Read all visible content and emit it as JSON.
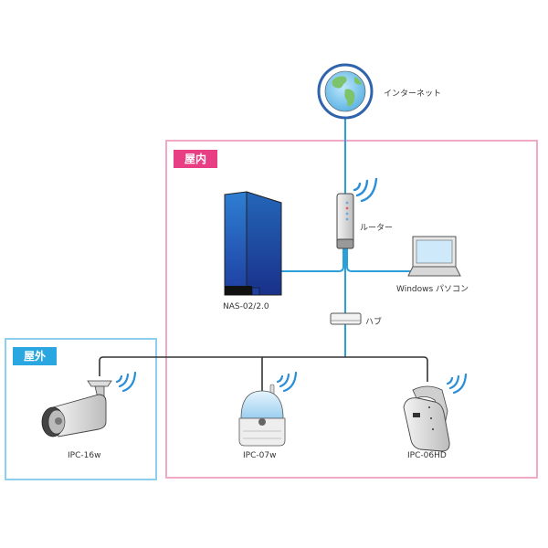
{
  "diagram": {
    "zones": {
      "indoor": {
        "label": "屋内",
        "color": "#e83e84",
        "border_color": "#f1a9c8"
      },
      "outdoor": {
        "label": "屋外",
        "color": "#2aa6e0",
        "border_color": "#8ccfee"
      }
    },
    "nodes": {
      "internet": {
        "label": "インターネット"
      },
      "router": {
        "label": "ルーター"
      },
      "nas": {
        "label": "NAS-02/2.0"
      },
      "pc": {
        "label": "Windows パソコン"
      },
      "hub": {
        "label": "ハブ"
      },
      "cam1": {
        "label": "IPC-16w"
      },
      "cam2": {
        "label": "IPC-07w"
      },
      "cam3": {
        "label": "IPC-06HD"
      }
    },
    "colors": {
      "network_line": "#2a9fd8",
      "camera_line": "#333333",
      "wifi": "#2a8fd8"
    }
  }
}
